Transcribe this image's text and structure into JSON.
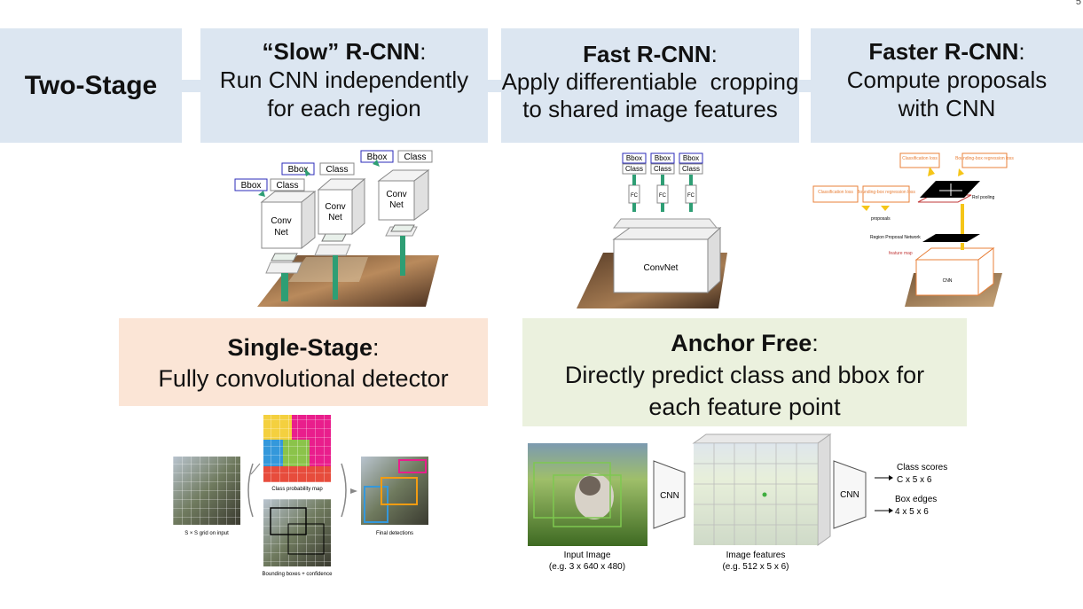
{
  "page_number": "5",
  "two_stage": {
    "label": "Two-Stage"
  },
  "slow_rcnn": {
    "title": "“Slow” R-CNN",
    "colon": ":",
    "line1": "Run CNN independently",
    "line2": "for each region"
  },
  "fast_rcnn": {
    "title": "Fast R-CNN",
    "colon": ":",
    "line1": "Apply differentiable  cropping",
    "line2": "to shared image features"
  },
  "faster_rcnn": {
    "title": "Faster R-CNN",
    "colon": ":",
    "line1": "Compute proposals",
    "line2": "with CNN"
  },
  "single_stage": {
    "title": "Single-Stage",
    "colon": ":",
    "line1": "Fully convolutional detector"
  },
  "anchor_free": {
    "title": "Anchor Free",
    "colon": ":",
    "line1": "Directly predict class and bbox for",
    "line2": "each feature point"
  },
  "slow_diagram": {
    "bbox": "Bbox",
    "class": "Class",
    "convnet": "Conv Net"
  },
  "fast_diagram": {
    "bbox": "Bbox",
    "class": "Class",
    "fc": "FC",
    "convnet": "ConvNet"
  },
  "faster_diagram": {
    "classification_loss": "Classification loss",
    "bbox_regression_loss": "Bounding-box regression loss",
    "roi_pooling": "RoI pooling",
    "proposals": "proposals",
    "rpn": "Region Proposal Network",
    "feature_map": "feature map",
    "cnn": "CNN"
  },
  "yolo_diagram": {
    "grid_caption": "S × S grid on input",
    "class_map_caption": "Class probability map",
    "bbox_caption": "Bounding boxes + confidence",
    "final_caption": "Final detections"
  },
  "anchor_diagram": {
    "cnn1": "CNN",
    "cnn2": "CNN",
    "input_caption1": "Input Image",
    "input_caption2": "(e.g. 3 x 640 x 480)",
    "features_caption1": "Image features",
    "features_caption2": "(e.g. 512 x 5 x 6)",
    "class_scores": "Class scores",
    "class_scores_dims": "C x 5 x 6",
    "box_edges": "Box edges",
    "box_edges_dims": "4 x 5 x 6"
  },
  "colors": {
    "two_stage_bg": "#dce6f1",
    "single_stage_bg": "#fbe5d6",
    "anchor_free_bg": "#ebf1de",
    "arrow_green": "#2e9e74",
    "faster_orange": "#e8803a",
    "faster_yellow": "#f5c518"
  }
}
